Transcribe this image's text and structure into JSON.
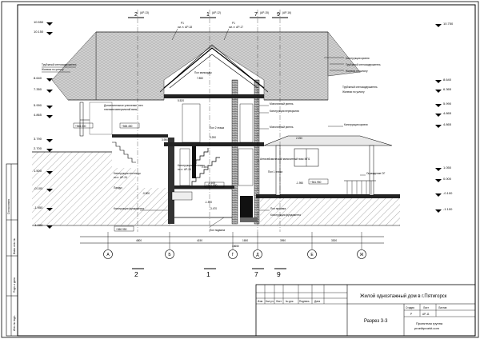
{
  "project": {
    "title": "Жилой одноэтажный дом в г.Пятигорск",
    "sheet_name": "Разрез 3-3",
    "company_line1": "Проектная группа",
    "company_line2": "proektproekt.com",
    "stage_header": "Стадия",
    "sheet_header": "Лист",
    "sheets_header": "Листов",
    "stage": "Р",
    "sheet_no": "АР-11"
  },
  "stamp_headers": [
    "Изм.",
    "Кол.уч.",
    "Лист",
    "№ док.",
    "Подпись",
    "Дата"
  ],
  "left_strip": [
    "Согласовано",
    "Взам. инв. №",
    "Подп. и дата",
    "Инв. № подл."
  ],
  "section_marks_top": [
    {
      "num": "2",
      "ref": "(АР-13)"
    },
    {
      "num": "1",
      "ref": "(АР-12)"
    },
    {
      "num": "7",
      "ref": "(АР-15)"
    },
    {
      "num": "9",
      "ref": "(АР-16)"
    }
  ],
  "section_marks_bottom": [
    "2",
    "1",
    "7",
    "9"
  ],
  "axes": [
    "А",
    "Б",
    "Г",
    "Д",
    "Е",
    "Ж"
  ],
  "axis_dims": [
    "4800",
    "4150",
    "1650",
    "3950",
    "3300"
  ],
  "overall_dim": "18650",
  "levels_left": [
    "10.550",
    "10.150",
    "8.640",
    "7.350",
    "5.990",
    "4.865",
    "3.790",
    "2.700",
    "1.500",
    "-0.100",
    "-1.950",
    "-1.000"
  ],
  "levels_right": [
    "10.750",
    "8.640",
    "6.365",
    "5.990",
    "4.865",
    "4.865",
    "1.050",
    "0.000",
    "-0.100",
    "-1.100"
  ],
  "levels_inner": [
    "7.850",
    "5.520",
    "3.250",
    "3.950",
    "2.250",
    "1.500",
    "-0.100",
    "-1.950",
    "-0.500",
    "-1.500",
    "-3.470",
    "+565.000",
    "+561.950",
    "+560.950",
    "+565.450",
    "+561.950"
  ],
  "callouts": {
    "roof_struct": "Конструкция кровли",
    "gutter": "Трубчатый снегозадержатель",
    "gutter_l": "Трубчатый снегозадержатель",
    "roof_vent": "Жалюзи по уклону",
    "roof_vent_l": "Жалюзи по уклону",
    "gutter2": "Трубчатый снегозадержатель",
    "vent2": "Жалюзи по уклону",
    "attic": "Пол мансарды",
    "insul": "Дополнительное утепление стен",
    "insul2": "плитами минеральной ваты",
    "mono_beam": "Монолитный ригель",
    "slab": "Конструкция перекрытия",
    "floor2": "Пол 2 этажа",
    "mono_beam2": "Монолитный ригель",
    "roof_struct2": "Конструкция кровли",
    "stair_slab": "Конструкция лестницы",
    "stair_ref": "по л. АР-24",
    "floor1": "Пол 1 этажа",
    "mono_rf": "Антисейсмический монолитный пояс МП1",
    "fence": "Ограждение ОГ",
    "stair_l": "Конструкция лестницы",
    "stair_l_ref": "по л. АР-24",
    "ramp": "Пандус",
    "found": "Конструкция фундамента",
    "pit_floor": "Пол приямка",
    "found2": "Конструкция фундамента",
    "basement": "Пол подвала"
  },
  "pos": [
    {
      "id": "P1",
      "ref": "см. л. АР-18"
    },
    {
      "id": "P1",
      "ref": "см. л. АР-17"
    }
  ]
}
